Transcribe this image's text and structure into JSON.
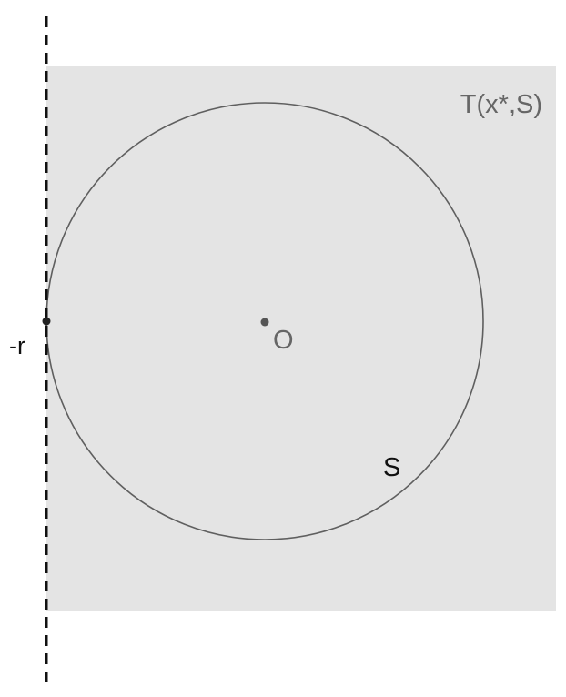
{
  "labels": {
    "region": "T(x*,S)",
    "center": "O",
    "set": "S",
    "boundary_point": "-r"
  },
  "colors": {
    "background": "#ffffff",
    "region_fill": "#e4e4e4",
    "circle_stroke": "#5f5f5f",
    "dashed_line": "#111111",
    "center_point": "#555555",
    "boundary_point": "#222222",
    "region_label": "#666666",
    "center_label": "#666666",
    "set_label": "#111111",
    "boundary_label": "#111111"
  }
}
